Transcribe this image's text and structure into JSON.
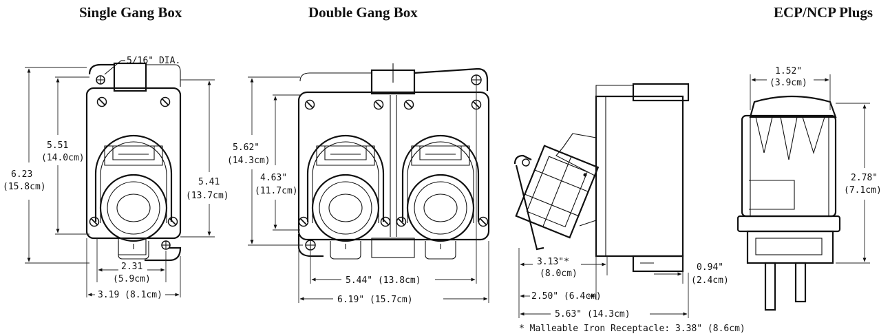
{
  "titles": {
    "single": "Single Gang Box",
    "double": "Double Gang Box",
    "plugs": "ECP/NCP Plugs"
  },
  "single_gang": {
    "hole_dia": "5/16\" DIA.",
    "height_outer_in": "6.23",
    "height_outer_cm": "(15.8cm)",
    "height_inner_in": "5.51",
    "height_inner_cm": "(14.0cm)",
    "height_right_in": "5.41",
    "height_right_cm": "(13.7cm)",
    "width_inner_in": "2.31",
    "width_inner_cm": "(5.9cm)",
    "width_outer": "3.19  (8.1cm)"
  },
  "double_gang": {
    "height_outer_in": "5.62\"",
    "height_outer_cm": "(14.3cm)",
    "height_inner_in": "4.63\"",
    "height_inner_cm": "(11.7cm)",
    "width_inner": "5.44\"  (13.8cm)",
    "width_outer": "6.19\"  (15.7cm)"
  },
  "side_view": {
    "depth_receptacle_in": "3.13\"*",
    "depth_receptacle_cm": "(8.0cm)",
    "depth_box": "2.50\"  (6.4cm)",
    "depth_overall": "5.63\"  (14.3cm)",
    "hub_in": "0.94\"",
    "hub_cm": "(2.4cm)",
    "footnote": "* Malleable Iron Receptacle: 3.38\" (8.6cm)"
  },
  "plug": {
    "width_in": "1.52\"",
    "width_cm": "(3.9cm)",
    "height_in": "2.78\"",
    "height_cm": "(7.1cm)"
  }
}
